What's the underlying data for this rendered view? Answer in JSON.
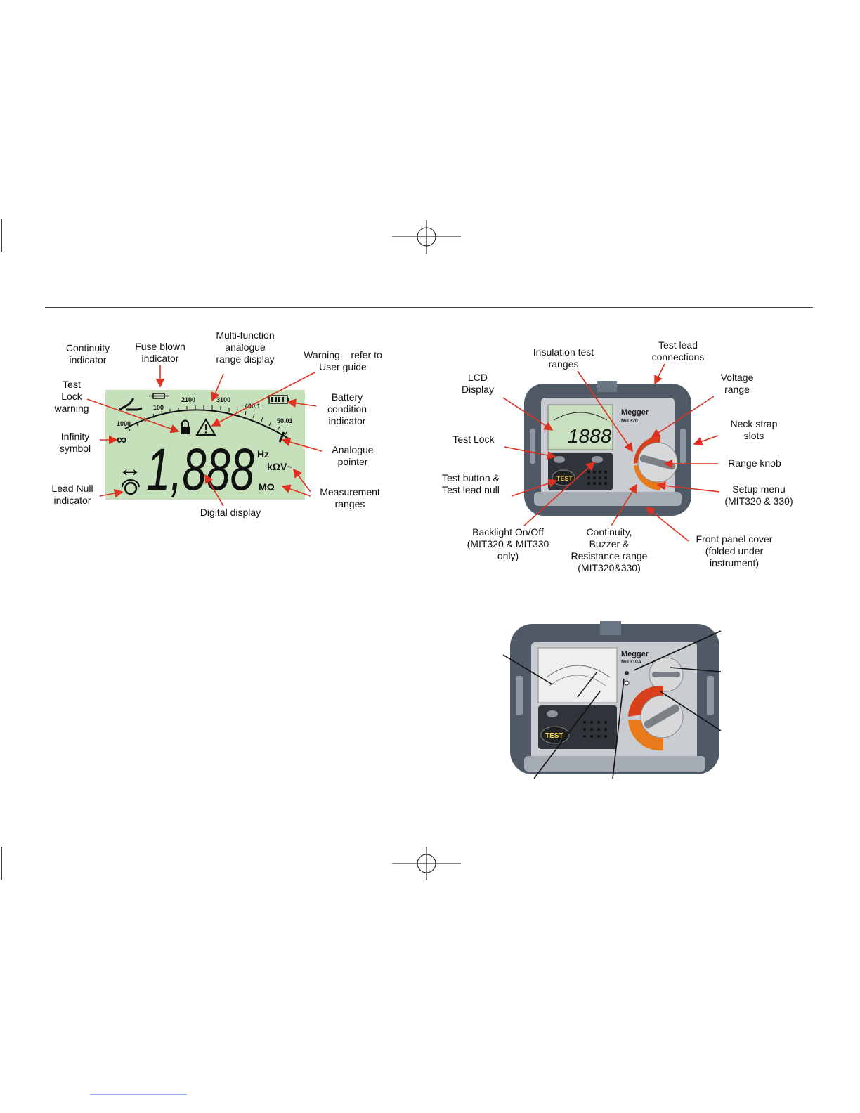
{
  "lcd_figure": {
    "labels": {
      "continuity": "Continuity\nindicator",
      "fuse": "Fuse blown\nindicator",
      "multifunction": "Multi-function\nanalogue\nrange display",
      "warning": "Warning – refer to\nUser guide",
      "test_lock": "Test\nLock\nwarning",
      "battery": "Battery\ncondition\nindicator",
      "infinity": "Infinity\nsymbol",
      "analogue_pointer": "Analogue\npointer",
      "lead_null": "Lead Null\nindicator",
      "measurement_ranges": "Measurement\nranges",
      "digital_display": "Digital display"
    },
    "scale_ticks": [
      "1000",
      "100",
      "2100",
      "3100",
      "400.1",
      "50.01"
    ],
    "digits": "1,888",
    "units": {
      "hz": "Hz",
      "kv": "kΩV~",
      "mohm": "MΩ"
    },
    "symbols": {
      "infinity": "∞",
      "arrows": "↔"
    }
  },
  "instrument_figure": {
    "labels": {
      "insulation": "Insulation test\nranges",
      "test_lead_connections": "Test lead\nconnections",
      "lcd_display": "LCD\nDisplay",
      "voltage_range": "Voltage\nrange",
      "neck_strap": "Neck strap\nslots",
      "test_lock": "Test Lock",
      "range_knob": "Range knob",
      "test_button": "Test button &\nTest lead null",
      "setup_menu": "Setup menu\n(MIT320 & 330)",
      "backlight": "Backlight On/Off\n(MIT320 & MIT330\nonly)",
      "continuity": "Continuity,\nBuzzer &\nResistance range\n(MIT320&330)",
      "front_cover": "Front panel cover\n(folded under\ninstrument)"
    },
    "brand": "Megger",
    "model": "MIT320",
    "test_label": "TEST"
  },
  "second_instrument": {
    "brand": "Megger",
    "model": "MIT310A",
    "test_label": "TEST"
  },
  "colors": {
    "lcd_bg": "#c6e0bb",
    "arrow": "#e03020",
    "orange": "#e87a1c",
    "red": "#d8401c"
  }
}
